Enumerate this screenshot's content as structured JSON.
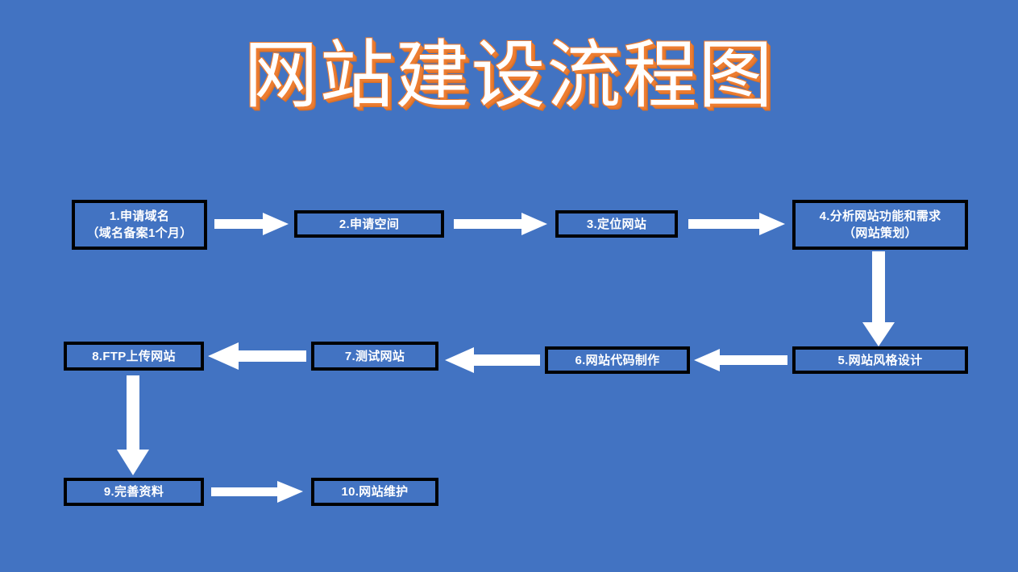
{
  "page": {
    "background_color": "#4273c2",
    "title": "网站建设流程图",
    "title_text_color": "#ffffff",
    "title_shadow_color": "#ed7d31"
  },
  "chart_data": {
    "type": "diagram",
    "subtype": "flowchart",
    "title": "网站建设流程图",
    "node_fill": "#4273c2",
    "node_border": "#000000",
    "node_text_color": "#ffffff",
    "arrow_color": "#ffffff",
    "nodes": [
      {
        "id": "n1",
        "number": "1",
        "label": "1.申请域名\n（域名备案1个月）",
        "row": 1,
        "col": 1
      },
      {
        "id": "n2",
        "number": "2",
        "label": "2.申请空间",
        "row": 1,
        "col": 2
      },
      {
        "id": "n3",
        "number": "3",
        "label": "3.定位网站",
        "row": 1,
        "col": 3
      },
      {
        "id": "n4",
        "number": "4",
        "label": "4.分析网站功能和需求\n（网站策划）",
        "row": 1,
        "col": 4
      },
      {
        "id": "n5",
        "number": "5",
        "label": "5.网站风格设计",
        "row": 2,
        "col": 4
      },
      {
        "id": "n6",
        "number": "6",
        "label": "6.网站代码制作",
        "row": 2,
        "col": 3
      },
      {
        "id": "n7",
        "number": "7",
        "label": "7.测试网站",
        "row": 2,
        "col": 2
      },
      {
        "id": "n8",
        "number": "8",
        "label": "8.FTP上传网站",
        "row": 2,
        "col": 1
      },
      {
        "id": "n9",
        "number": "9",
        "label": "9.完善资料",
        "row": 3,
        "col": 1
      },
      {
        "id": "n10",
        "number": "10",
        "label": "10.网站维护",
        "row": 3,
        "col": 2
      }
    ],
    "edges": [
      {
        "from": "n1",
        "to": "n2",
        "direction": "right"
      },
      {
        "from": "n2",
        "to": "n3",
        "direction": "right"
      },
      {
        "from": "n3",
        "to": "n4",
        "direction": "right"
      },
      {
        "from": "n4",
        "to": "n5",
        "direction": "down"
      },
      {
        "from": "n5",
        "to": "n6",
        "direction": "left"
      },
      {
        "from": "n6",
        "to": "n7",
        "direction": "left"
      },
      {
        "from": "n7",
        "to": "n8",
        "direction": "left"
      },
      {
        "from": "n8",
        "to": "n9",
        "direction": "down"
      },
      {
        "from": "n9",
        "to": "n10",
        "direction": "right"
      }
    ]
  }
}
